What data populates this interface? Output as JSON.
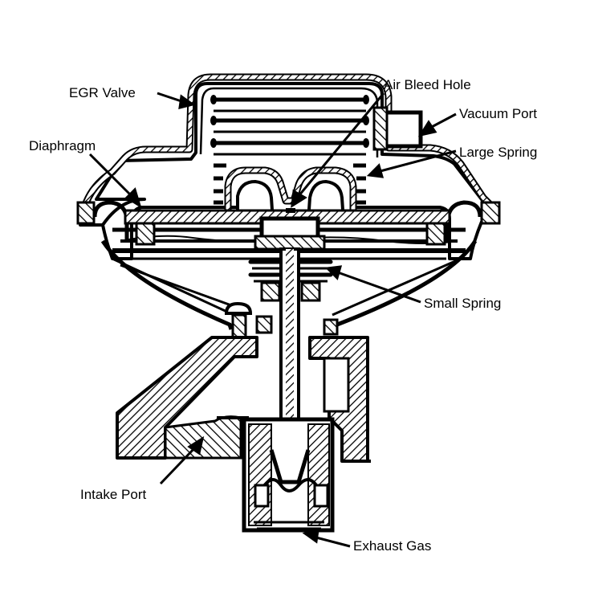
{
  "labels": {
    "egr_valve": "EGR Valve",
    "air_bleed_hole": "Air Bleed Hole",
    "vacuum_port": "Vacuum Port",
    "diaphragm": "Diaphragm",
    "large_spring": "Large Spring",
    "small_spring": "Small Spring",
    "intake_port": "Intake Port",
    "exhaust_gas": "Exhaust Gas"
  },
  "colors": {
    "ink": "#000000",
    "paper": "#ffffff"
  }
}
